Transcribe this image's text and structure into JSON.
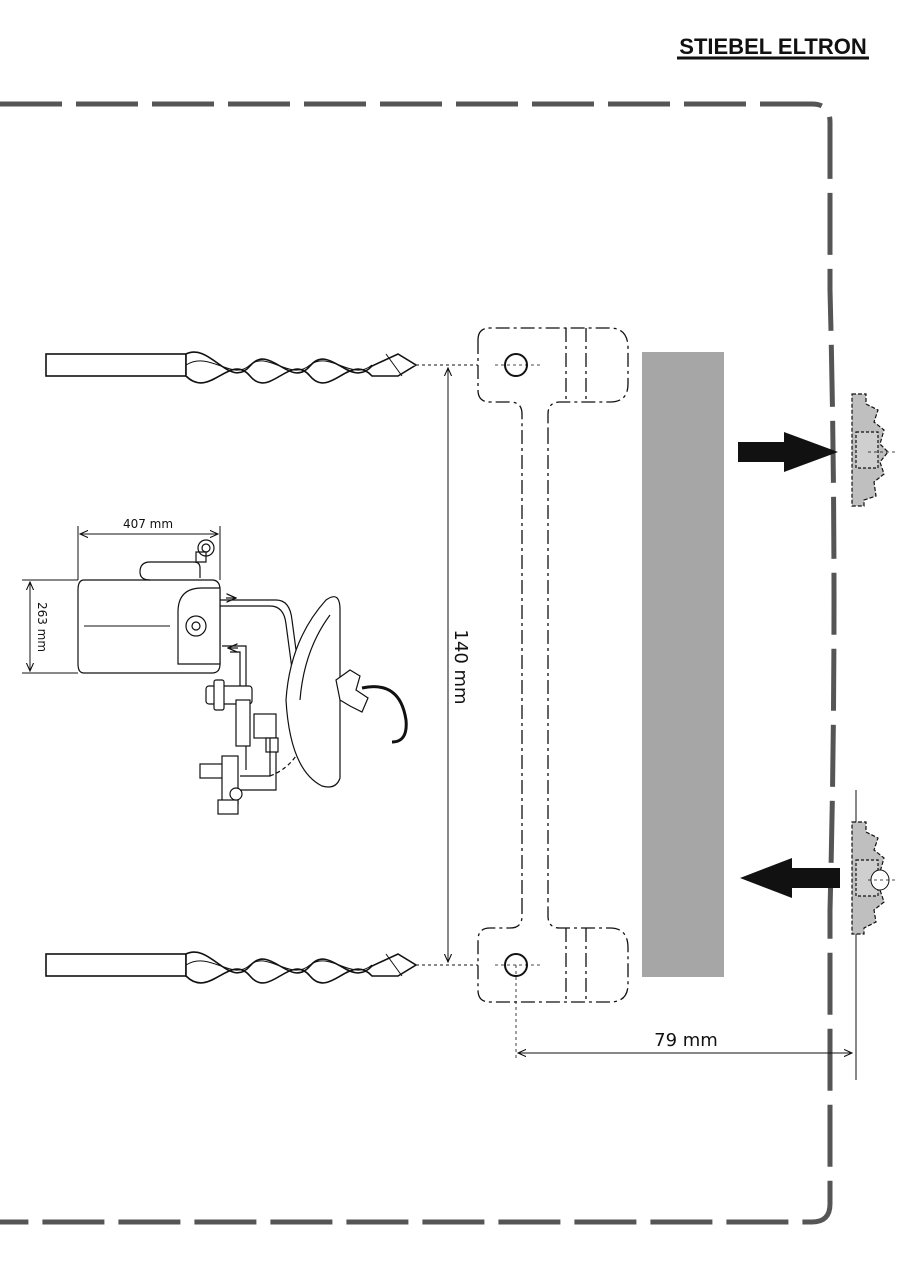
{
  "brand": {
    "logo_text": "STIEBEL ELTRON"
  },
  "dimensions": {
    "heater_width": "407 mm",
    "heater_height": "263 mm",
    "hole_spacing": "140 mm",
    "wall_offset": "79 mm"
  },
  "colors": {
    "ink": "#111111",
    "border_dash": "#555555",
    "template_bar": "#a6a6a6",
    "wall_fill": "#bfbfbf"
  },
  "icons": {
    "drill_top": "drill-bit-icon",
    "drill_bottom": "drill-bit-icon",
    "arrow_right": "arrow-right-icon",
    "arrow_left": "arrow-left-icon"
  }
}
